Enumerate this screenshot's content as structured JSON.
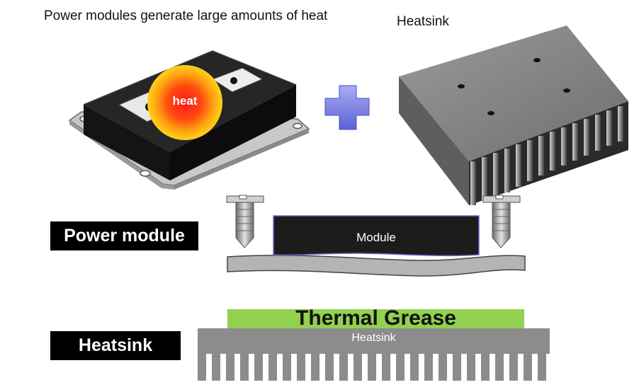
{
  "top": {
    "caption_left": "Power modules generate large amounts of heat",
    "caption_right": "Heatsink",
    "heat_label": "heat"
  },
  "cross_section": {
    "power_module_tag": "Power module",
    "module_label": "Module",
    "heatsink_tag": "Heatsink",
    "grease_label": "Thermal Grease",
    "heatsink_label": "Heatsink"
  },
  "colors": {
    "module_body": "#1c1c1c",
    "heat_core": "#ff2a1a",
    "heat_outer": "#ffd21a",
    "plus": "#7f85e8",
    "heatsink_gray": "#8c8c8c",
    "base_plate": "#b4b4b4",
    "grease": "#92d050",
    "tag_bg": "#000000"
  },
  "icons": [
    "plus-icon",
    "screw-icon",
    "heat-glow-icon"
  ]
}
